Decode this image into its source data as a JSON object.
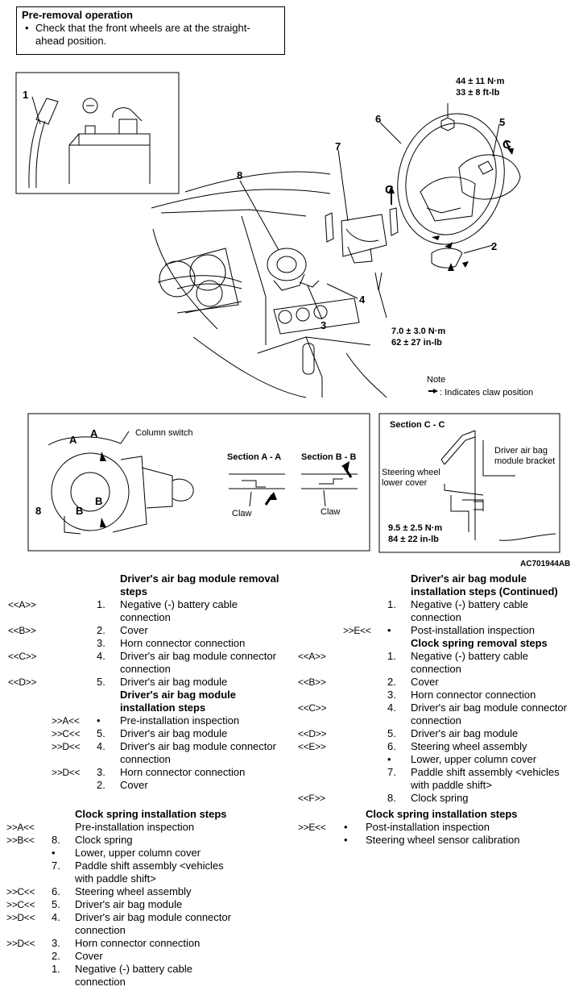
{
  "pre_removal": {
    "title": "Pre-removal operation",
    "bullet": "•",
    "text": "Check that the front wheels are at the straight-ahead position."
  },
  "diagram": {
    "callouts": [
      "1",
      "2",
      "3",
      "4",
      "5",
      "6",
      "7",
      "8"
    ],
    "section_letter": "C",
    "torque_top_nm": "44 ± 11 N·m",
    "torque_top_ftlb": "33 ± 8 ft-lb",
    "torque_bottom_nm": "7.0 ± 3.0 N·m",
    "torque_bottom_inlb": "62 ± 27 in-lb",
    "note_title": "Note",
    "note_text": ": Indicates claw position"
  },
  "detail": {
    "column_switch": "Column switch",
    "label_a": "A",
    "label_b": "B",
    "label_8": "8",
    "section_aa": "Section A - A",
    "section_bb": "Section B - B",
    "claw": "Claw",
    "section_cc": "Section C - C",
    "bracket_line1": "Driver air bag",
    "bracket_line2": "module bracket",
    "lower_cover_line1": "Steering wheel",
    "lower_cover_line2": "lower cover",
    "torque_c_nm": "9.5 ± 2.5 N·m",
    "torque_c_inlb": "84 ± 22 in-lb",
    "figure_code": "AC701944AB"
  },
  "lists": {
    "removal": {
      "heading1": "Driver's air bag module removal",
      "heading2": "steps",
      "rows": [
        {
          "key": "<<A>>",
          "num": "1.",
          "l1": "Negative (-) battery cable",
          "l2": "connection"
        },
        {
          "key": "<<B>>",
          "num": "2.",
          "l1": "Cover",
          "l2": ""
        },
        {
          "key": "",
          "num": "3.",
          "l1": "Horn connector connection",
          "l2": ""
        },
        {
          "key": "<<C>>",
          "num": "4.",
          "l1": "Driver's air bag module connector",
          "l2": "connection"
        },
        {
          "key": "<<D>>",
          "num": "5.",
          "l1": "Driver's air bag module",
          "l2": ""
        }
      ]
    },
    "installation": {
      "heading1": "Driver's air bag module",
      "heading2": "installation steps",
      "rows": [
        {
          "key": ">>A<<",
          "num": "•",
          "l1": "Pre-installation inspection",
          "l2": ""
        },
        {
          "key": ">>C<<",
          "num": "5.",
          "l1": "Driver's air bag module",
          "l2": ""
        },
        {
          "key": ">>D<<",
          "num": "4.",
          "l1": "Driver's air bag module connector",
          "l2": "connection"
        },
        {
          "key": ">>D<<",
          "num": "3.",
          "l1": "Horn connector connection",
          "l2": ""
        },
        {
          "key": "",
          "num": "2.",
          "l1": "Cover",
          "l2": ""
        }
      ]
    },
    "clock_install": {
      "heading": "Clock spring installation steps",
      "rows": [
        {
          "key": ">>A<<",
          "num": "",
          "l1": "Pre-installation inspection",
          "l2": ""
        },
        {
          "key": ">>B<<",
          "num": "8.",
          "l1": "Clock spring",
          "l2": ""
        },
        {
          "key": "",
          "num": "•",
          "l1": "Lower, upper column cover",
          "l2": ""
        },
        {
          "key": "",
          "num": "7.",
          "l1": "Paddle shift assembly <vehicles",
          "l2": "with paddle shift>"
        },
        {
          "key": ">>C<<",
          "num": "6.",
          "l1": "Steering wheel assembly",
          "l2": ""
        },
        {
          "key": ">>C<<",
          "num": "5.",
          "l1": "Driver's air bag module",
          "l2": ""
        },
        {
          "key": ">>D<<",
          "num": "4.",
          "l1": "Driver's air bag module connector",
          "l2": "connection"
        },
        {
          "key": ">>D<<",
          "num": "3.",
          "l1": "Horn connector connection",
          "l2": ""
        },
        {
          "key": "",
          "num": "2.",
          "l1": "Cover",
          "l2": ""
        },
        {
          "key": "",
          "num": "1.",
          "l1": "Negative (-) battery cable",
          "l2": "connection"
        }
      ]
    },
    "installation_cont": {
      "heading1": "Driver's air bag module",
      "heading2": "installation steps (Continued)",
      "rows": [
        {
          "key": "",
          "num": "1.",
          "l1": "Negative (-) battery cable",
          "l2": "connection"
        },
        {
          "key": ">>E<<",
          "num": "•",
          "l1": "Post-installation inspection",
          "l2": ""
        }
      ]
    },
    "clock_removal": {
      "heading": "Clock spring removal steps",
      "rows": [
        {
          "key": "<<A>>",
          "num": "1.",
          "l1": "Negative (-) battery cable",
          "l2": "connection"
        },
        {
          "key": "<<B>>",
          "num": "2.",
          "l1": "Cover",
          "l2": ""
        },
        {
          "key": "",
          "num": "3.",
          "l1": "Horn connector connection",
          "l2": ""
        },
        {
          "key": "<<C>>",
          "num": "4.",
          "l1": "Driver's air bag module connector",
          "l2": "connection"
        },
        {
          "key": "<<D>>",
          "num": "5.",
          "l1": "Driver's air bag module",
          "l2": ""
        },
        {
          "key": "<<E>>",
          "num": "6.",
          "l1": "Steering wheel assembly",
          "l2": ""
        },
        {
          "key": "",
          "num": "•",
          "l1": "Lower, upper column cover",
          "l2": ""
        },
        {
          "key": "",
          "num": "7.",
          "l1": "Paddle shift assembly <vehicles",
          "l2": "with paddle shift>"
        },
        {
          "key": "<<F>>",
          "num": "8.",
          "l1": "Clock spring",
          "l2": ""
        }
      ]
    },
    "clock_install_r": {
      "heading": "Clock spring installation steps",
      "rows": [
        {
          "key": ">>E<<",
          "num": "•",
          "l1": "Post-installation inspection",
          "l2": ""
        },
        {
          "key": "",
          "num": "•",
          "l1": "Steering wheel sensor calibration",
          "l2": ""
        }
      ]
    }
  }
}
